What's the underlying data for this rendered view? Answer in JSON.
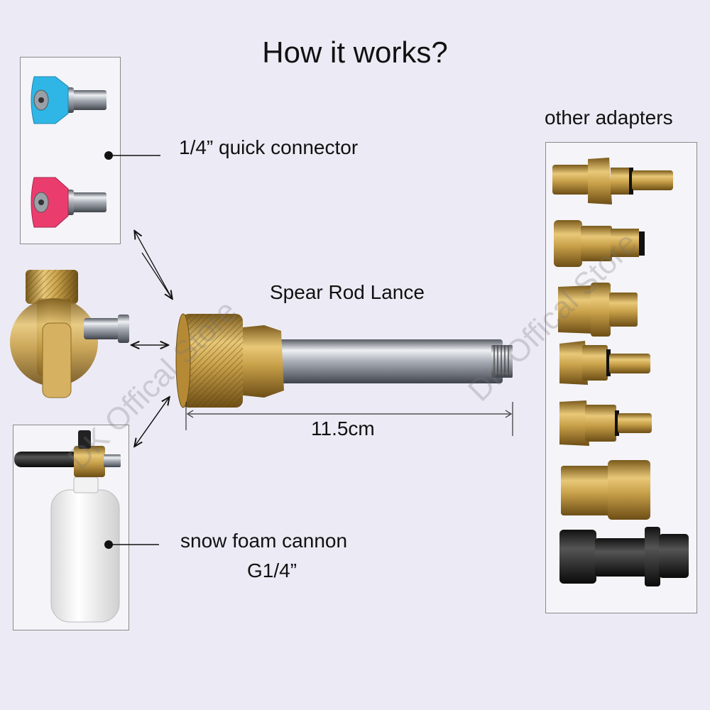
{
  "title": "How it works?",
  "labels": {
    "quick_connector": "1/4” quick connector",
    "spear_rod": "Spear Rod Lance",
    "length": "11.5cm",
    "foam_cannon_line1": "snow foam cannon",
    "foam_cannon_line2": "G1/4”",
    "other_adapters": "other adapters"
  },
  "watermark": "DK Offical Store",
  "colors": {
    "background": "#ecebf5",
    "brass": "#c9a14a",
    "steel": "#b8bcc4",
    "nozzle_blue": "#2fb6e6",
    "nozzle_red": "#ea3d6e"
  }
}
